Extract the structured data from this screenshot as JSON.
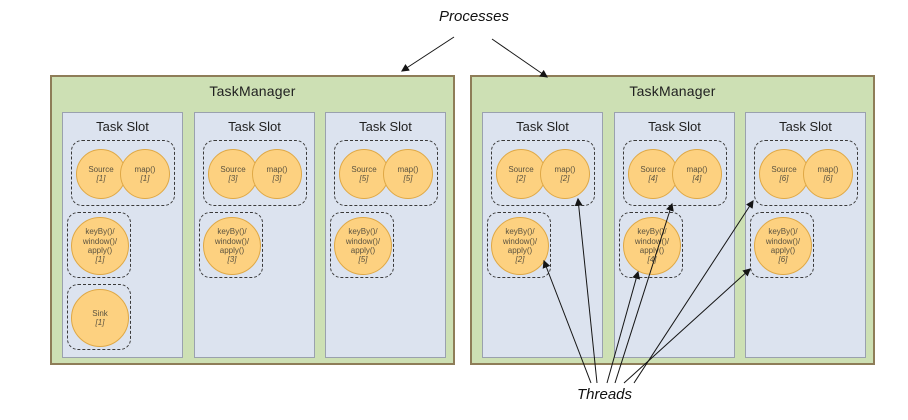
{
  "labels": {
    "processes": "Processes",
    "threads": "Threads"
  },
  "colors": {
    "taskmanager_fill": "#cde0b4",
    "taskmanager_border": "#8e7d58",
    "slot_fill": "#dce3ef",
    "slot_border": "#9aa1ae",
    "task_circle_fill": "#fdd180",
    "task_circle_border": "#dfa845",
    "group_dash_border": "#3a3a3a",
    "arrow": "#151515"
  },
  "taskmanagers": [
    {
      "title": "TaskManager",
      "slots": [
        {
          "title": "Task Slot",
          "groups": [
            {
              "circles": [
                {
                  "name": "Source",
                  "sub": "[1]"
                },
                {
                  "name": "map()",
                  "sub": "[1]"
                }
              ]
            },
            {
              "circles": [
                {
                  "name": "keyBy()/\nwindow()/\napply()",
                  "sub": "[1]"
                }
              ]
            },
            {
              "circles": [
                {
                  "name": "Sink",
                  "sub": "[1]"
                }
              ]
            }
          ]
        },
        {
          "title": "Task Slot",
          "groups": [
            {
              "circles": [
                {
                  "name": "Source",
                  "sub": "[3]"
                },
                {
                  "name": "map()",
                  "sub": "[3]"
                }
              ]
            },
            {
              "circles": [
                {
                  "name": "keyBy()/\nwindow()/\napply()",
                  "sub": "[3]"
                }
              ]
            }
          ]
        },
        {
          "title": "Task Slot",
          "groups": [
            {
              "circles": [
                {
                  "name": "Source",
                  "sub": "[5]"
                },
                {
                  "name": "map()",
                  "sub": "[5]"
                }
              ]
            },
            {
              "circles": [
                {
                  "name": "keyBy()/\nwindow()/\napply()",
                  "sub": "[5]"
                }
              ]
            }
          ]
        }
      ]
    },
    {
      "title": "TaskManager",
      "slots": [
        {
          "title": "Task Slot",
          "groups": [
            {
              "circles": [
                {
                  "name": "Source",
                  "sub": "[2]"
                },
                {
                  "name": "map()",
                  "sub": "[2]"
                }
              ]
            },
            {
              "circles": [
                {
                  "name": "keyBy()/\nwindow()/\napply()",
                  "sub": "[2]"
                }
              ]
            }
          ]
        },
        {
          "title": "Task Slot",
          "groups": [
            {
              "circles": [
                {
                  "name": "Source",
                  "sub": "[4]"
                },
                {
                  "name": "map()",
                  "sub": "[4]"
                }
              ]
            },
            {
              "circles": [
                {
                  "name": "keyBy()/\nwindow()/\napply()",
                  "sub": "[4]"
                }
              ]
            }
          ]
        },
        {
          "title": "Task Slot",
          "groups": [
            {
              "circles": [
                {
                  "name": "Source",
                  "sub": "[6]"
                },
                {
                  "name": "map()",
                  "sub": "[6]"
                }
              ]
            },
            {
              "circles": [
                {
                  "name": "keyBy()/\nwindow()/\napply()",
                  "sub": "[6]"
                }
              ]
            }
          ]
        }
      ]
    }
  ]
}
